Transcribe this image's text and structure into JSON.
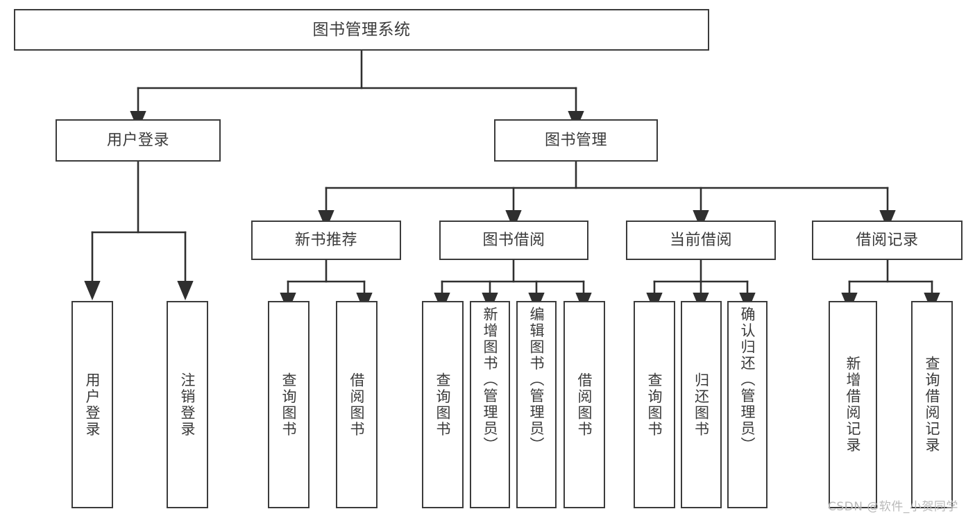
{
  "diagram": {
    "title": "图书管理系统",
    "type": "tree-hierarchy-chart",
    "watermark": "CSDN @软件_小贺同学",
    "colors": {
      "box_border": "#3b3b3b",
      "box_fill": "#ffffff",
      "connector": "#2f2f2f",
      "text": "#3a3a3a",
      "watermark": "#b9b9b9",
      "background": "#ffffff"
    },
    "levels": {
      "root": "图书管理系统",
      "level2": [
        "用户登录",
        "图书管理"
      ],
      "level3": [
        "新书推荐",
        "图书借阅",
        "当前借阅",
        "借阅记录"
      ]
    },
    "nodes": {
      "root": {
        "label": "图书管理系统"
      },
      "user_login": {
        "label": "用户登录"
      },
      "book_manage": {
        "label": "图书管理"
      },
      "new_book_rec": {
        "label": "新书推荐"
      },
      "book_borrow": {
        "label": "图书借阅"
      },
      "current_borrow": {
        "label": "当前借阅"
      },
      "borrow_record": {
        "label": "借阅记录"
      },
      "leaf_user_login": {
        "label": "用户登录"
      },
      "leaf_logout": {
        "label": "注销登录"
      },
      "leaf_query_book_a": {
        "label": "查询图书"
      },
      "leaf_borrow_book_a": {
        "label": "借阅图书"
      },
      "leaf_query_book_b": {
        "label": "查询图书"
      },
      "leaf_add_book": {
        "label": "新增图书（管理员）"
      },
      "leaf_edit_book": {
        "label": "编辑图书（管理员）"
      },
      "leaf_borrow_book_b": {
        "label": "借阅图书"
      },
      "leaf_query_book_c": {
        "label": "查询图书"
      },
      "leaf_return_book": {
        "label": "归还图书"
      },
      "leaf_confirm_return": {
        "label": "确认归还（管理员）"
      },
      "leaf_add_record": {
        "label": "新增借阅记录"
      },
      "leaf_query_record": {
        "label": "查询借阅记录"
      }
    },
    "tree": [
      {
        "label": "图书管理系统",
        "children": [
          {
            "label": "用户登录",
            "children": [
              {
                "label": "用户登录"
              },
              {
                "label": "注销登录"
              }
            ]
          },
          {
            "label": "图书管理",
            "children": [
              {
                "label": "新书推荐",
                "children": [
                  {
                    "label": "查询图书"
                  },
                  {
                    "label": "借阅图书"
                  }
                ]
              },
              {
                "label": "图书借阅",
                "children": [
                  {
                    "label": "查询图书"
                  },
                  {
                    "label": "新增图书（管理员）"
                  },
                  {
                    "label": "编辑图书（管理员）"
                  },
                  {
                    "label": "借阅图书"
                  }
                ]
              },
              {
                "label": "当前借阅",
                "children": [
                  {
                    "label": "查询图书"
                  },
                  {
                    "label": "归还图书"
                  },
                  {
                    "label": "确认归还（管理员）"
                  }
                ]
              },
              {
                "label": "借阅记录",
                "children": [
                  {
                    "label": "新增借阅记录"
                  },
                  {
                    "label": "查询借阅记录"
                  }
                ]
              }
            ]
          }
        ]
      }
    ]
  }
}
